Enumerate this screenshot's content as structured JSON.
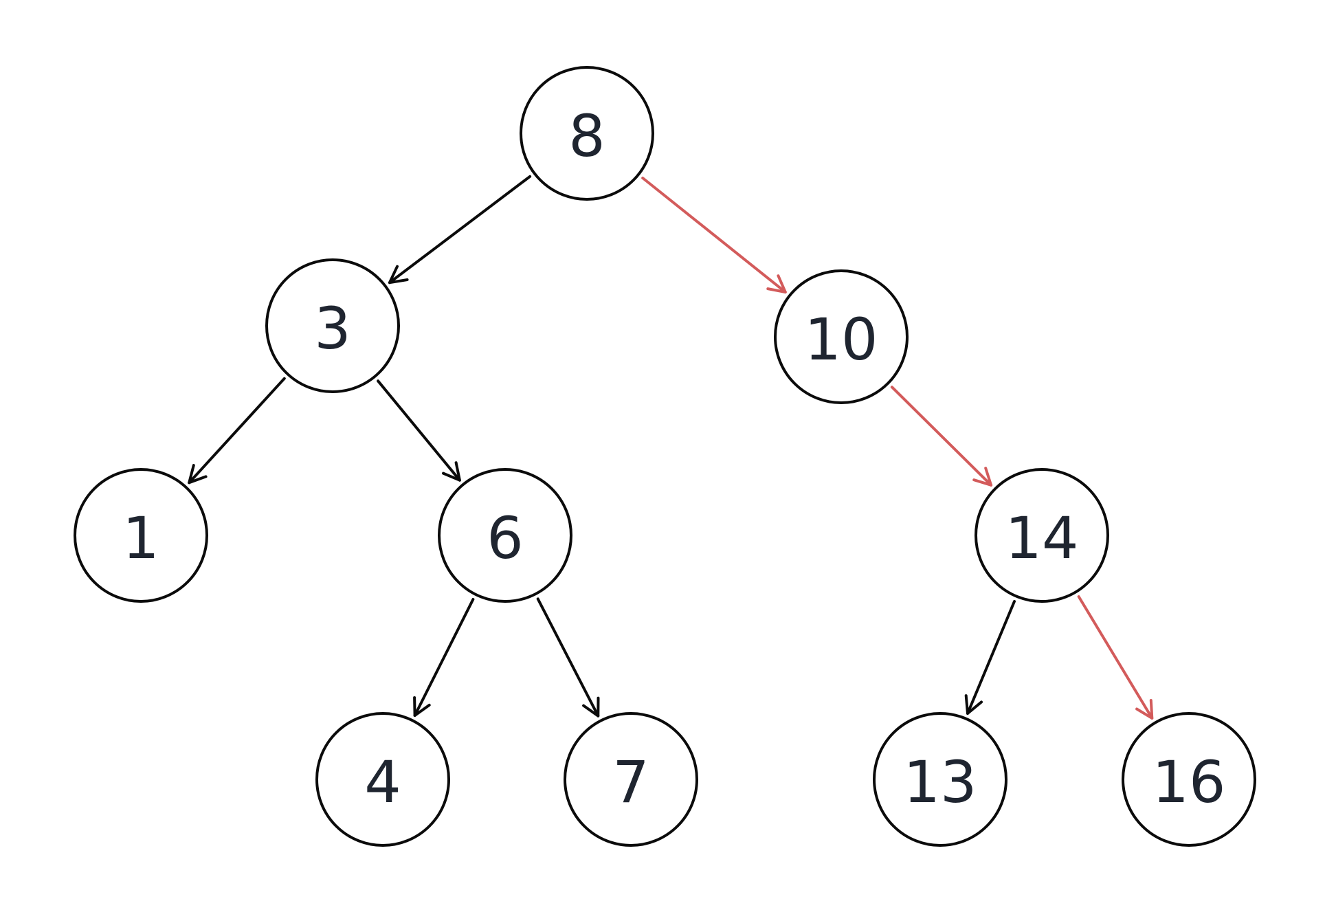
{
  "colors": {
    "node_stroke": "#0b0b0b",
    "node_fill": "#ffffff",
    "label_text": "#1f2530",
    "edge_default": "#0b0b0b",
    "path_highlight": "#d35b5b",
    "highlight_label": "#ffffff"
  },
  "tree": {
    "nodes": [
      {
        "id": "n8",
        "label": "8"
      },
      {
        "id": "n3",
        "label": "3"
      },
      {
        "id": "n10",
        "label": "10"
      },
      {
        "id": "n1",
        "label": "1"
      },
      {
        "id": "n6",
        "label": "6"
      },
      {
        "id": "n14",
        "label": "14"
      },
      {
        "id": "n4",
        "label": "4"
      },
      {
        "id": "n7",
        "label": "7"
      },
      {
        "id": "n13",
        "label": "13"
      },
      {
        "id": "n16",
        "label": "16",
        "highlighted": true
      }
    ],
    "edges": [
      {
        "from": "n8",
        "to": "n3",
        "highlighted": false
      },
      {
        "from": "n8",
        "to": "n10",
        "highlighted": true
      },
      {
        "from": "n3",
        "to": "n1",
        "highlighted": false
      },
      {
        "from": "n3",
        "to": "n6",
        "highlighted": false
      },
      {
        "from": "n10",
        "to": "n14",
        "highlighted": true
      },
      {
        "from": "n6",
        "to": "n4",
        "highlighted": false
      },
      {
        "from": "n6",
        "to": "n7",
        "highlighted": false
      },
      {
        "from": "n14",
        "to": "n13",
        "highlighted": false
      },
      {
        "from": "n14",
        "to": "n16",
        "highlighted": true
      }
    ]
  }
}
